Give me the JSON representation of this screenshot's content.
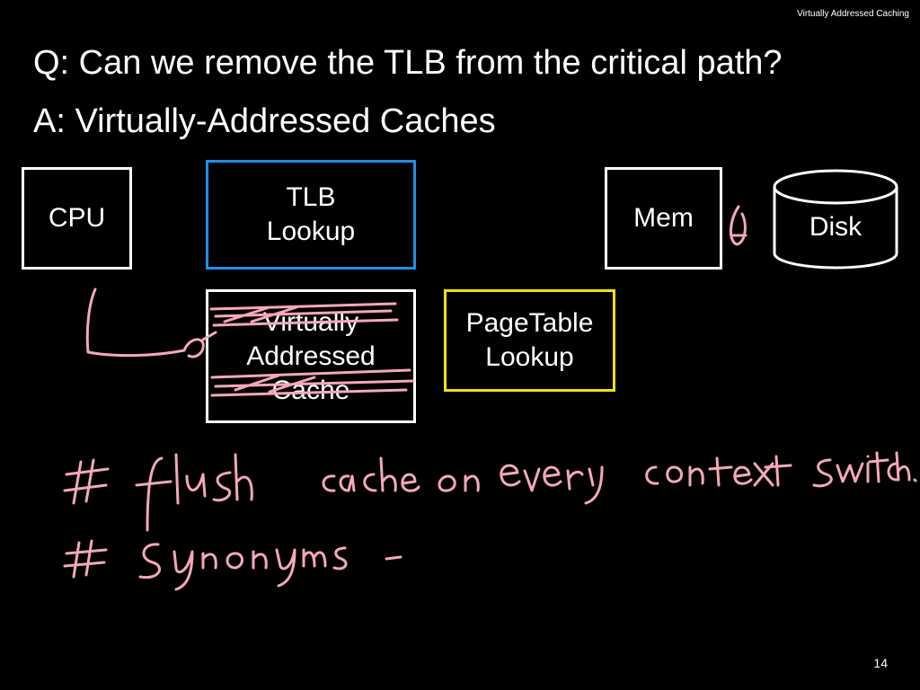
{
  "header": {
    "section": "Virtually Addressed Caching"
  },
  "slide": {
    "question": "Q: Can we remove the TLB from the critical path?",
    "answer": "A: Virtually-Addressed Caches",
    "page_number": "14"
  },
  "diagram": {
    "cpu": "CPU",
    "tlb": {
      "line1": "TLB",
      "line2": "Lookup"
    },
    "mem": "Mem",
    "disk": "Disk",
    "cache": {
      "line1": "Virtually",
      "line2": "Addressed",
      "line3": "Cache"
    },
    "page_table": {
      "line1": "PageTable",
      "line2": "Lookup"
    }
  },
  "colors": {
    "background": "#000000",
    "text": "#ffffff",
    "tlb_border": "#1e90e6",
    "page_table_border": "#f0e010",
    "ink": "#f4a8b8"
  },
  "annotations": {
    "note1": "# flush cache on every context switch.",
    "note2": "# Synonyms -"
  }
}
